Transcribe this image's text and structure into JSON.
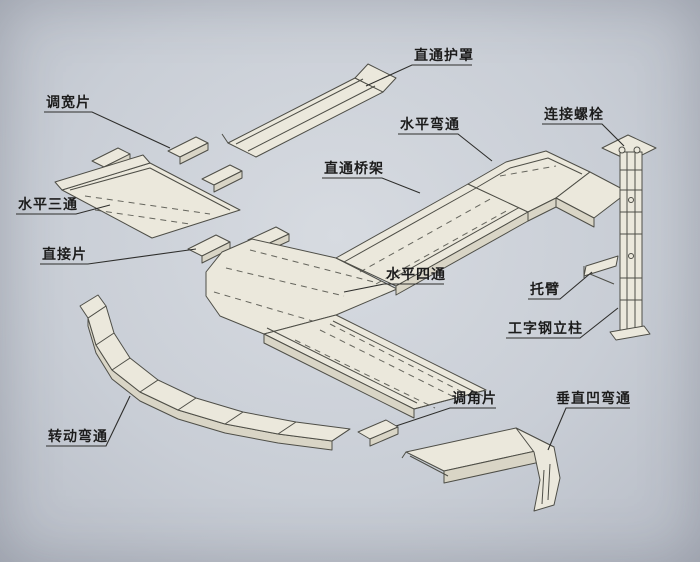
{
  "meta": {
    "description": "Isometric assembly diagram of a cable tray (bridge) system with Chinese part callouts"
  },
  "colors": {
    "background": "#c9ced6",
    "line": "#4e4e47",
    "fill": "#ebe8dc",
    "label_text": "#1c1c1c",
    "leader": "#2e2e2c"
  },
  "labels": {
    "straight_cover": "直通护罩",
    "width_adjust_piece": "调宽片",
    "horizontal_bend": "水平弯通",
    "connecting_bolt": "连接螺栓",
    "straight_tray": "直通桥架",
    "horizontal_tee": "水平三通",
    "direct_piece": "直接片",
    "horizontal_cross": "水平四通",
    "support_arm": "托臂",
    "i_beam_column": "工字钢立柱",
    "angle_adjust_piece": "调角片",
    "vertical_concave_bend": "垂直凹弯通",
    "rotating_bend": "转动弯通"
  }
}
